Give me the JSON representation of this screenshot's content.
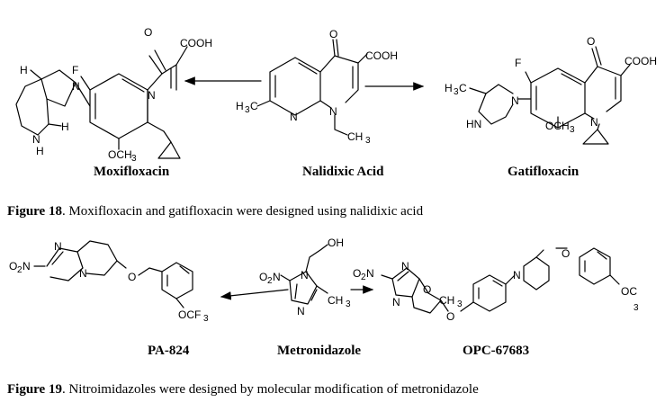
{
  "fig18": {
    "compounds": {
      "left": "Moxifloxacin",
      "center": "Nalidixic Acid",
      "right": "Gatifloxacin"
    },
    "caption_label": "Figure 18",
    "caption_text": ". Moxifloxacin and gatifloxacin were designed using nalidixic acid",
    "atoms": {
      "cooh": "COOH",
      "f": "F",
      "o": "O",
      "n": "N",
      "h": "H",
      "och3": "OCH",
      "three": "3",
      "nh": "N",
      "hn": "HN",
      "h3c": "H",
      "ch3": "CH"
    }
  },
  "fig19": {
    "compounds": {
      "left": "PA-824",
      "center": "Metronidazole",
      "right": "OPC-67683"
    },
    "caption_label": "Figure 19",
    "caption_text": ". Nitroimidazoles were designed by molecular modification of metronidazole",
    "atoms": {
      "o2n": "O",
      "two": "2",
      "n": "N",
      "o": "O",
      "oh": "OH",
      "ocf3": "OCF",
      "three": "3",
      "ch3": "CH",
      "oc": "OC",
      "f3": "F",
      "h3": "3"
    }
  }
}
